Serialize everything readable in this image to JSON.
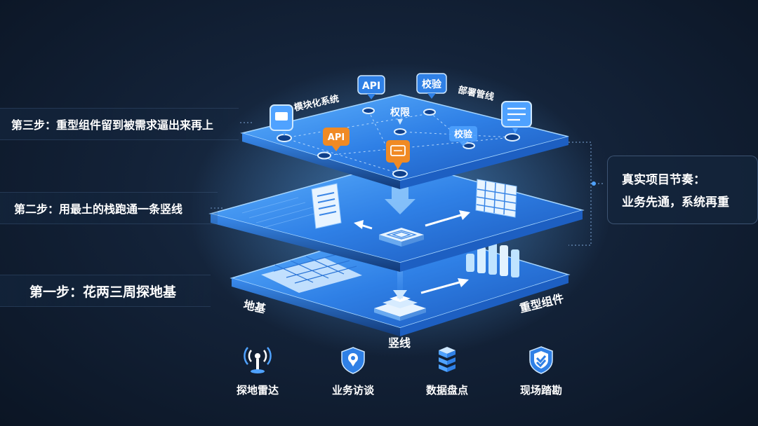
{
  "steps": {
    "step3": "第三步：重型组件留到被需求逼出来再上",
    "step2": "第二步：用最土的栈跑通一条竖线",
    "step1": "第一步：花两三周探地基"
  },
  "callout": {
    "line1": "真实项目节奏：",
    "line2": "业务先通，系统再重"
  },
  "top_layer_tags": {
    "modular": "模块化系统",
    "api_blue": "API",
    "verify_top": "校验",
    "deploy": "部署管线",
    "permission": "权限",
    "api_orange": "API",
    "verify_mid": "校验"
  },
  "base_layer_labels": {
    "foundation": "地基",
    "heavy": "重型组件",
    "vertical": "竖线"
  },
  "bottom_items": [
    {
      "label": "探地雷达",
      "icon": "radar-tower-icon"
    },
    {
      "label": "业务访谈",
      "icon": "location-shield-icon"
    },
    {
      "label": "数据盘点",
      "icon": "database-icon"
    },
    {
      "label": "现场踏勘",
      "icon": "check-shield-icon"
    }
  ],
  "colors": {
    "accent": "#2f8cff",
    "orange": "#f08a24",
    "panel_light": "#bfe0ff"
  }
}
